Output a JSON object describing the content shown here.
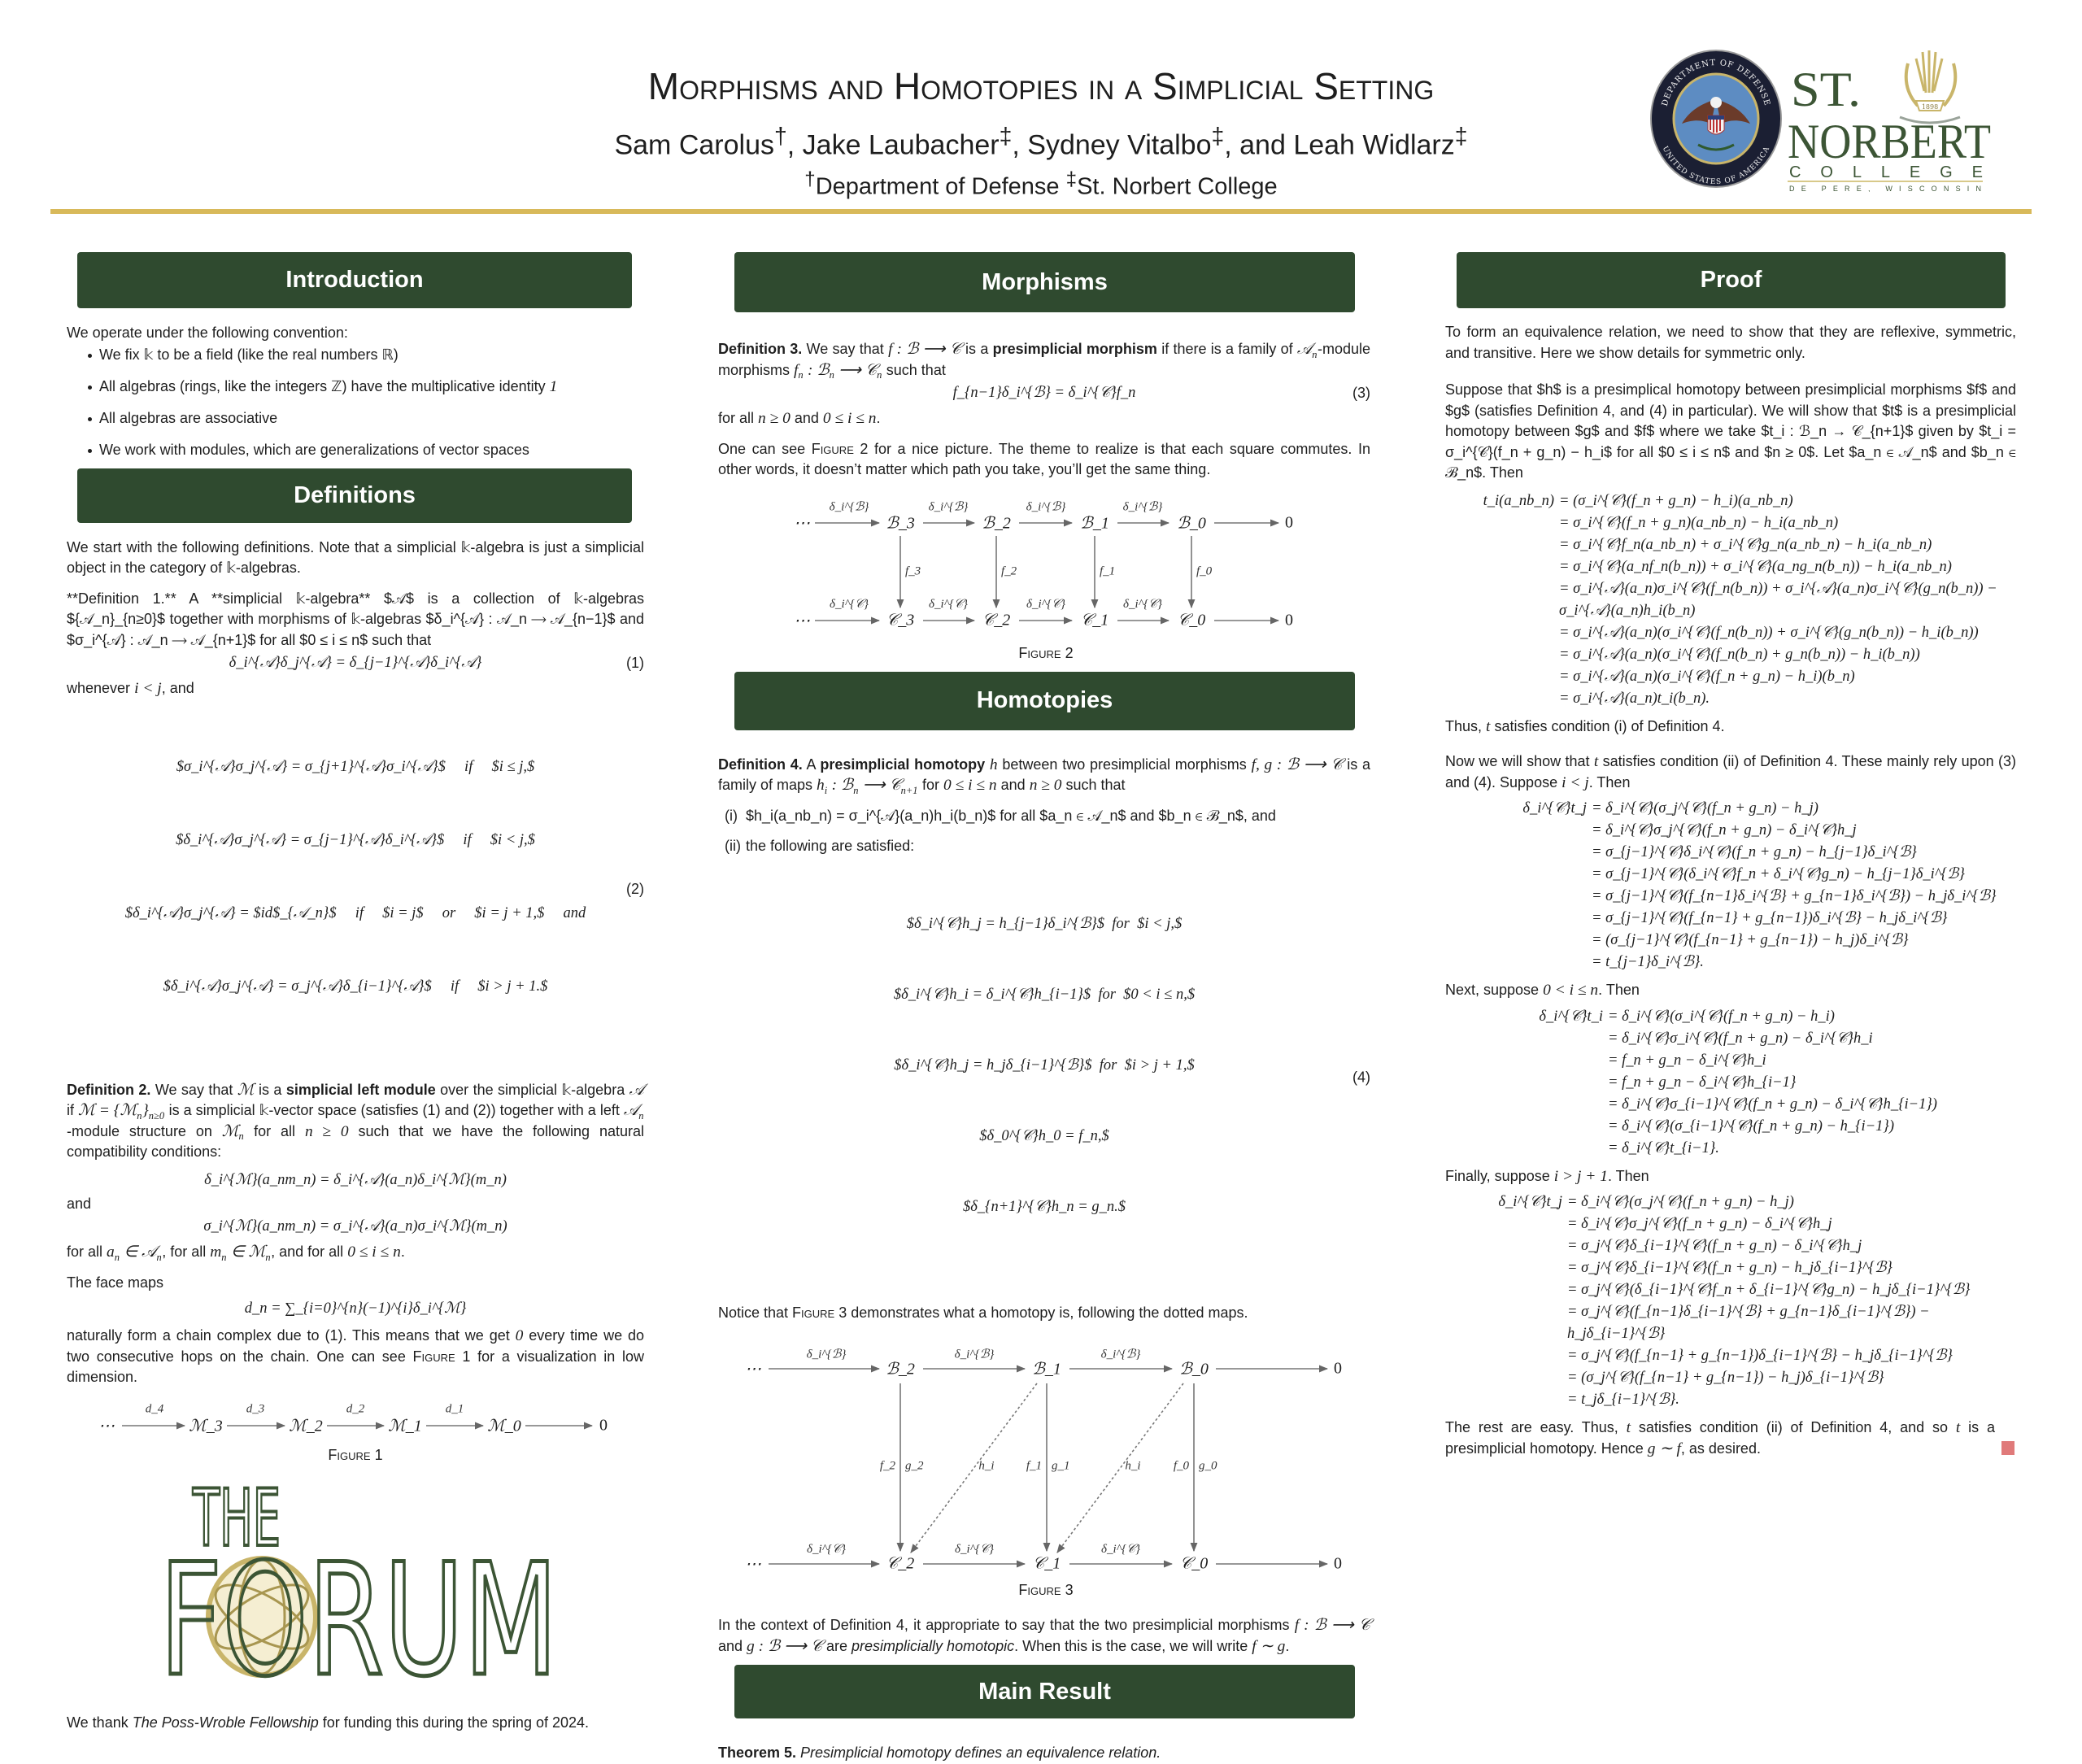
{
  "header": {
    "title": "Morphisms and Homotopies in a Simplicial Setting",
    "authors": [
      {
        "name": "Sam Carolus",
        "mark": "†"
      },
      {
        "name": "Jake Laubacher",
        "mark": "‡"
      },
      {
        "name": "Sydney Vitalbo",
        "mark": "‡"
      },
      {
        "name": "Leah Widlarz",
        "mark": "‡"
      }
    ],
    "separator": ", ",
    "last_separator": ", and ",
    "affiliations": [
      {
        "mark": "†",
        "name": "Department of Defense"
      },
      {
        "mark": "‡",
        "name": "St. Norbert College"
      }
    ]
  },
  "logos": {
    "dod": {
      "top_text": "DEPARTMENT OF DEFENSE",
      "bottom_text": "UNITED STATES OF AMERICA"
    },
    "st_norbert": {
      "st": "ST.",
      "name": "NORBERT",
      "college": "COLLEGE",
      "place": "DE PERE, WISCONSIN",
      "year": "1898"
    },
    "forum": {
      "the": "THE",
      "forum": "FORUM"
    }
  },
  "colors": {
    "banner": "#2f4a2f",
    "rule": "#d8b95a",
    "qed": "#e07a7a",
    "logo_green": "#3c5535",
    "logo_gold": "#c9b56a"
  },
  "intro": {
    "heading": "Introduction",
    "lead": "We operate under the following convention:",
    "bullets": [
      "We fix 𝕜 to be a field (like the real numbers ℝ)",
      "All algebras (rings, like the integers ℤ) have the multiplicative identity $1$",
      "All algebras are associative",
      "We work with modules, which are generalizations of vector spaces"
    ]
  },
  "definitions": {
    "heading": "Definitions",
    "p1": "We start with the following definitions.  Note that a simplicial 𝕜-algebra is just a simplicial object in the category of 𝕜-algebras.",
    "def1": "**Definition 1.** A **simplicial 𝕜-algebra** $𝒜$ is a collection of 𝕜-algebras ${𝒜_n}_{n≥0}$ together with morphisms of 𝕜-algebras $δ_i^{𝒜} : 𝒜_n ⟶ 𝒜_{n−1}$ and $σ_i^{𝒜} : 𝒜_n ⟶ 𝒜_{n+1}$ for all $0 ≤ i ≤ n$ such that",
    "eq1": "δ_i^{𝒜}δ_j^{𝒜} = δ_{j−1}^{𝒜}δ_i^{𝒜}",
    "eq1_number": "(1)",
    "whenever": "whenever $i < j$, and",
    "eq2": [
      "$σ_i^{𝒜}σ_j^{𝒜} = σ_{j+1}^{𝒜}σ_i^{𝒜}$     if     $i ≤ j,$",
      "$δ_i^{𝒜}σ_j^{𝒜} = σ_{j−1}^{𝒜}δ_i^{𝒜}$     if     $i < j,$",
      "$δ_i^{𝒜}σ_j^{𝒜} = $id$_{𝒜_n}$     if     $i = j$     or     $i = j + 1,$     and",
      "$δ_i^{𝒜}σ_j^{𝒜} = σ_j^{𝒜}δ_{i−1}^{𝒜}$     if     $i > j + 1.$"
    ],
    "eq2_number": "(2)",
    "def2": "**Definition 2.** We say that $ℳ$ is a **simplicial left module** over the simplicial 𝕜-algebra $𝒜$ if $ℳ = {ℳ_n}_{n≥0}$ is a simplicial 𝕜-vector space (satisfies (1) and (2)) together with a left $𝒜_n$-module structure on $ℳ_n$ for all $n ≥ 0$ such that we have the following natural compatibility conditions:",
    "eq_delta": "δ_i^{ℳ}(a_nm_n) = δ_i^{𝒜}(a_n)δ_i^{ℳ}(m_n)",
    "and": "and",
    "eq_sigma": "σ_i^{ℳ}(a_nm_n) = σ_i^{𝒜}(a_n)σ_i^{ℳ}(m_n)",
    "forall": "for all $a_n ∈ 𝒜_n$, for all $m_n ∈ ℳ_n$, and for all $0 ≤ i ≤ n$.",
    "face_maps": "The face maps",
    "eq_sum": "d_n = ∑_{i=0}^{n}(−1)^{i}δ_i^{ℳ}",
    "naturally": "naturally form a chain complex due to (1). This means that we get $0$ every time we do two consecutive hops on the chain. One can see %%Figure%% 1 for a visualization in low dimension.",
    "figure1": {
      "nodes": [
        "⋯",
        "ℳ_3",
        "ℳ_2",
        "ℳ_1",
        "ℳ_0",
        "0"
      ],
      "labels": [
        "d_4",
        "d_3",
        "d_2",
        "d_1"
      ],
      "caption": "Figure 1"
    },
    "thanks": "We thank __The Poss-Wroble Fellowship__ for funding this during the spring of 2024."
  },
  "morphisms": {
    "heading": "Morphisms",
    "def3": "**Definition 3.** We say that $f : ℬ ⟶ 𝒞$ is a **presimplicial morphism** if there is a family of $𝒜_n$-module morphisms $f_n : ℬ_n ⟶ 𝒞_n$ such that",
    "eq3": "f_{n−1}δ_i^{ℬ} = δ_i^{𝒞}f_n",
    "eq3_number": "(3)",
    "forall": "for all $n ≥ 0$ and $0 ≤ i ≤ n$.",
    "see": "One can see %%Figure%% 2 for a nice picture.  The theme to realize is that each square commutes. In other words, it doesn’t matter which path you take, you’ll get the same thing.",
    "figure2": {
      "top_nodes": [
        "⋯",
        "ℬ_3",
        "ℬ_2",
        "ℬ_1",
        "ℬ_0",
        "0"
      ],
      "bottom_nodes": [
        "⋯",
        "𝒞_3",
        "𝒞_2",
        "𝒞_1",
        "𝒞_0",
        "0"
      ],
      "top_label": "δ_i^{ℬ}",
      "bottom_label": "δ_i^{𝒞}",
      "vertical_labels": [
        "f_3",
        "f_2",
        "f_1",
        "f_0"
      ],
      "caption": "Figure 2"
    }
  },
  "homotopies": {
    "heading": "Homotopies",
    "def4": "**Definition 4.** A **presimplicial homotopy** $h$ between two presimplicial morphisms $f, g : ℬ ⟶ 𝒞$ is a family of maps $h_i : ℬ_n ⟶ 𝒞_{n+1}$ for $0 ≤ i ≤ n$ and $n ≥ 0$ such that",
    "items": [
      {
        "label": "(i)",
        "text": "$h_i(a_nb_n) = σ_i^{𝒜}(a_n)h_i(b_n)$ for all $a_n ∈ 𝒜_n$ and $b_n ∈ ℬ_n$, and"
      },
      {
        "label": "(ii)",
        "text": "the following are satisfied:"
      }
    ],
    "eq4": [
      "$δ_i^{𝒞}h_j = h_{j−1}δ_i^{ℬ}$  for  $i < j,$",
      "$δ_i^{𝒞}h_i = δ_i^{𝒞}h_{i−1}$  for  $0 < i ≤ n,$",
      "$δ_i^{𝒞}h_j = h_jδ_{i−1}^{ℬ}$  for  $i > j + 1,$",
      "$δ_0^{𝒞}h_0 = f_n,$",
      "$δ_{n+1}^{𝒞}h_n = g_n.$"
    ],
    "eq4_number": "(4)",
    "notice": "Notice that %%Figure%% 3 demonstrates what a homotopy is, following the dotted maps.",
    "figure3": {
      "top_nodes": [
        "⋯",
        "ℬ_2",
        "ℬ_1",
        "ℬ_0",
        "0"
      ],
      "bottom_nodes": [
        "⋯",
        "𝒞_2",
        "𝒞_1",
        "𝒞_0",
        "0"
      ],
      "top_label": "δ_i^{ℬ}",
      "bottom_label": "δ_i^{𝒞}",
      "f_labels": [
        "f_2",
        "f_1",
        "f_0"
      ],
      "g_labels": [
        "g_2",
        "g_1",
        "g_0"
      ],
      "h_label": "h_i",
      "caption": "Figure 3"
    },
    "context": "In the context of Definition 4, it appropriate to say that the two presimplicial morphisms $f : ℬ ⟶ 𝒞$ and $g : ℬ ⟶ 𝒞$ are __presimplicially homotopic__. When this is the case, we will write $f ∼ g$."
  },
  "main_result": {
    "heading": "Main Result",
    "theorem": "**Theorem 5.** __Presimplicial homotopy defines an equivalence relation.__"
  },
  "proof": {
    "heading": "Proof",
    "p1": "To form an equivalence relation, we need to show that they are reflexive, symmetric, and transitive. Here we show details for symmetric only.",
    "p2": "Suppose that $h$ is a presimplical homotopy between presimplicial morphisms $f$ and $g$ (satisfies Definition 4, and (4) in particular).  We will show that $t$ is a presimplicial homotopy between $g$ and $f$ where we take $t_i : ℬ_n → 𝒞_{n+1}$ given by $t_i = σ_i^{𝒞}(f_n + g_n) − h_i$ for all $0 ≤ i ≤ n$ and $n ≥ 0$. Let $a_n ∈ 𝒜_n$ and $b_n ∈ ℬ_n$. Then",
    "align1": {
      "lhs": "t_i(a_nb_n)",
      "rows": [
        "= (σ_i^{𝒞}(f_n + g_n) − h_i)(a_nb_n)",
        "= σ_i^{𝒞}(f_n + g_n)(a_nb_n) − h_i(a_nb_n)",
        "= σ_i^{𝒞}f_n(a_nb_n) + σ_i^{𝒞}g_n(a_nb_n) − h_i(a_nb_n)",
        "= σ_i^{𝒞}(a_nf_n(b_n)) + σ_i^{𝒞}(a_ng_n(b_n)) − h_i(a_nb_n)",
        "= σ_i^{𝒜}(a_n)σ_i^{𝒞}(f_n(b_n)) + σ_i^{𝒜}(a_n)σ_i^{𝒞}(g_n(b_n)) − σ_i^{𝒜}(a_n)h_i(b_n)",
        "= σ_i^{𝒜}(a_n)(σ_i^{𝒞}(f_n(b_n)) + σ_i^{𝒞}(g_n(b_n)) − h_i(b_n))",
        "= σ_i^{𝒜}(a_n)(σ_i^{𝒞}(f_n(b_n) + g_n(b_n)) − h_i(b_n))",
        "= σ_i^{𝒜}(a_n)(σ_i^{𝒞}(f_n + g_n) − h_i)(b_n)",
        "= σ_i^{𝒜}(a_n)t_i(b_n)."
      ]
    },
    "thus": "Thus, $t$ satisfies condition (i) of Definition 4.",
    "now": "Now we will show that $t$ satisfies condition (ii) of Definition 4. These mainly rely upon (3) and (4). Suppose $i < j$. Then",
    "align2": {
      "lhs": "δ_i^{𝒞}t_j",
      "rows": [
        "= δ_i^{𝒞}(σ_j^{𝒞}(f_n + g_n) − h_j)",
        "= δ_i^{𝒞}σ_j^{𝒞}(f_n + g_n) − δ_i^{𝒞}h_j",
        "= σ_{j−1}^{𝒞}δ_i^{𝒞}(f_n + g_n) − h_{j−1}δ_i^{ℬ}",
        "= σ_{j−1}^{𝒞}(δ_i^{𝒞}f_n + δ_i^{𝒞}g_n) − h_{j−1}δ_i^{ℬ}",
        "= σ_{j−1}^{𝒞}(f_{n−1}δ_i^{ℬ} + g_{n−1}δ_i^{ℬ}) − h_jδ_i^{ℬ}",
        "= σ_{j−1}^{𝒞}(f_{n−1} + g_{n−1})δ_i^{ℬ} − h_jδ_i^{ℬ}",
        "= (σ_{j−1}^{𝒞}(f_{n−1} + g_{n−1}) − h_j)δ_i^{ℬ}",
        "= t_{j−1}δ_i^{ℬ}."
      ]
    },
    "next": "Next, suppose $0 < i ≤ n$. Then",
    "align3": {
      "lhs": "δ_i^{𝒞}t_i",
      "rows": [
        "= δ_i^{𝒞}(σ_i^{𝒞}(f_n + g_n) − h_i)",
        "= δ_i^{𝒞}σ_i^{𝒞}(f_n + g_n) − δ_i^{𝒞}h_i",
        "= f_n + g_n − δ_i^{𝒞}h_i",
        "= f_n + g_n − δ_i^{𝒞}h_{i−1}",
        "= δ_i^{𝒞}σ_{i−1}^{𝒞}(f_n + g_n) − δ_i^{𝒞}h_{i−1})",
        "= δ_i^{𝒞}(σ_{i−1}^{𝒞}(f_n + g_n) − h_{i−1})",
        "= δ_i^{𝒞}t_{i−1}."
      ]
    },
    "finally": "Finally, suppose $i > j + 1$. Then",
    "align4": {
      "lhs": "δ_i^{𝒞}t_j",
      "rows": [
        "= δ_i^{𝒞}(σ_j^{𝒞}(f_n + g_n) − h_j)",
        "= δ_i^{𝒞}σ_j^{𝒞}(f_n + g_n) − δ_i^{𝒞}h_j",
        "= σ_j^{𝒞}δ_{i−1}^{𝒞}(f_n + g_n) − δ_i^{𝒞}h_j",
        "= σ_j^{𝒞}δ_{i−1}^{𝒞}(f_n + g_n) − h_jδ_{i−1}^{ℬ}",
        "= σ_j^{𝒞}(δ_{i−1}^{𝒞}f_n + δ_{i−1}^{𝒞}g_n) − h_jδ_{i−1}^{ℬ}",
        "= σ_j^{𝒞}(f_{n−1}δ_{i−1}^{ℬ} + g_{n−1}δ_{i−1}^{ℬ}) − h_jδ_{i−1}^{ℬ}",
        "= σ_j^{𝒞}(f_{n−1} + g_{n−1})δ_{i−1}^{ℬ} − h_jδ_{i−1}^{ℬ}",
        "= (σ_j^{𝒞}(f_{n−1} + g_{n−1}) − h_j)δ_{i−1}^{ℬ}",
        "= t_jδ_{i−1}^{ℬ}."
      ]
    },
    "conclusion": "The rest are easy.  Thus, $t$ satisfies condition (ii) of Definition 4, and so $t$ is a presimplicial homotopy. Hence $g ∼ f$, as desired."
  }
}
